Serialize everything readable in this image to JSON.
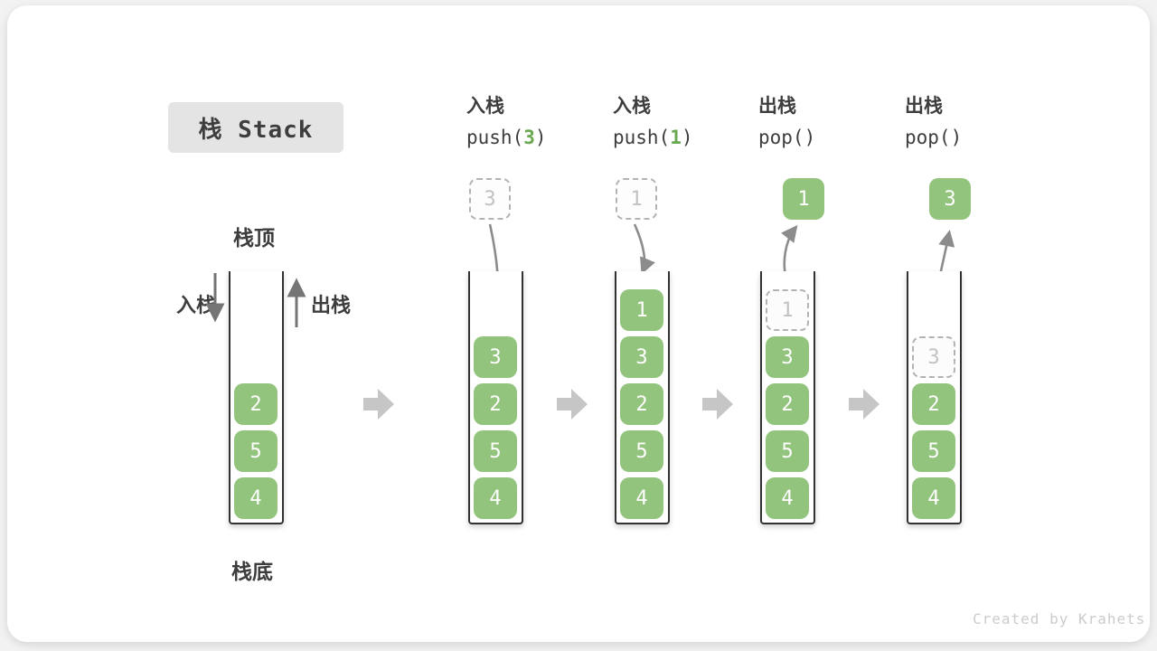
{
  "title": "栈 Stack",
  "labels": {
    "stack_top": "栈顶",
    "stack_bottom": "栈底",
    "push_side": "入栈",
    "pop_side": "出栈"
  },
  "watermark": "Created by Krahets",
  "colors": {
    "block_green": "#93c47d",
    "code_arg_green": "#6aa84f",
    "curved_arrow_gray": "#8c8c8c",
    "step_arrow_gray": "#c6c6c6",
    "text_dark": "#3d3d3d",
    "ghost_gray": "#c2c2c2"
  },
  "steps": [
    {
      "blocks": [
        "4",
        "5",
        "2"
      ]
    },
    {
      "header_label": "入栈",
      "code_pre": "push(",
      "code_arg": "3",
      "code_post": ")",
      "blocks": [
        "4",
        "5",
        "2",
        "3"
      ],
      "float_value": "3",
      "float_type": "ghost",
      "arrow": "push"
    },
    {
      "header_label": "入栈",
      "code_pre": "push(",
      "code_arg": "1",
      "code_post": ")",
      "blocks": [
        "4",
        "5",
        "2",
        "3",
        "1"
      ],
      "float_value": "1",
      "float_type": "ghost",
      "arrow": "push"
    },
    {
      "header_label": "出栈",
      "code_pre": "pop(",
      "code_arg": "",
      "code_post": ")",
      "blocks": [
        "4",
        "5",
        "2",
        "3"
      ],
      "ghost_value": "1",
      "ghost_row": 4,
      "float_value": "1",
      "float_type": "solid",
      "arrow": "pop"
    },
    {
      "header_label": "出栈",
      "code_pre": "pop(",
      "code_arg": "",
      "code_post": ")",
      "blocks": [
        "4",
        "5",
        "2"
      ],
      "ghost_value": "3",
      "ghost_row": 3,
      "float_value": "3",
      "float_type": "solid",
      "arrow": "pop"
    }
  ]
}
